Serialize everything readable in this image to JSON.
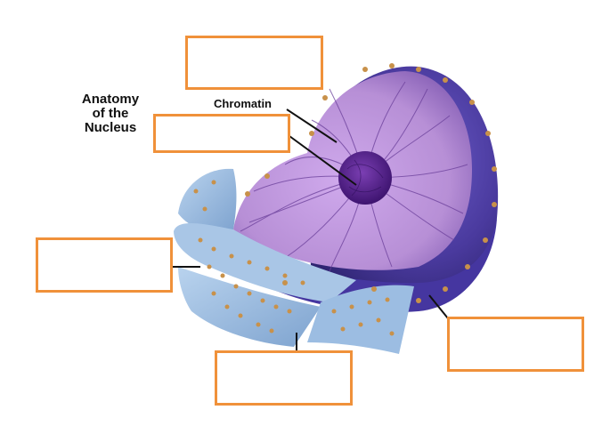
{
  "title": {
    "line1": "Anatomy",
    "line2": "of the",
    "line3": "Nucleus"
  },
  "chromatin_label": "Chromatin",
  "answer_boxes": [
    "",
    "",
    "",
    "",
    "",
    ""
  ],
  "colors": {
    "box_border": "#f0913a",
    "nucleus_outer": "#4a3a9e",
    "nucleus_inner": "#b78fd6",
    "nucleolus": "#4b1d85",
    "envelope": "#8fb1d8",
    "pore": "#c8914a",
    "leader_line": "#111111"
  },
  "icons": [
    "nucleus-cutaway-illustration"
  ]
}
